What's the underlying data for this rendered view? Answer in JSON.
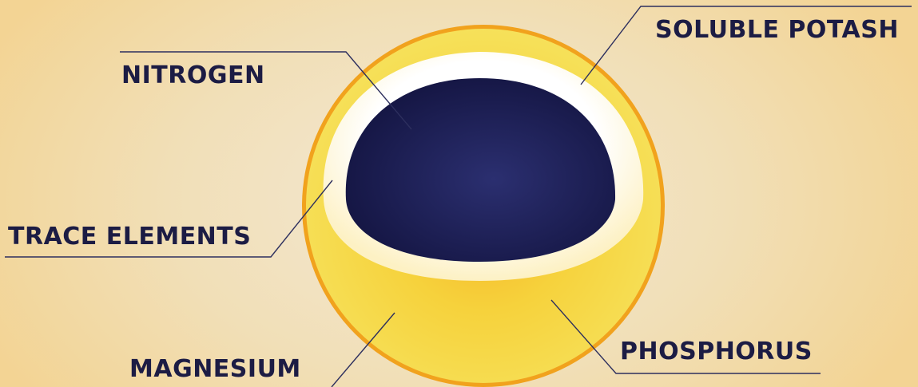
{
  "labels": {
    "nitrogen": "NITROGEN",
    "soluble_potash": "SOLUBLE POTASH",
    "trace_elements": "TRACE ELEMENTS",
    "magnesium": "MAGNESIUM",
    "phosphorus": "PHOSPHORUS"
  },
  "colors": {
    "text": "#1c1c44",
    "leader_line": "#2d2f5e",
    "core_dark": "#151540",
    "core_light": "#2a2e6e",
    "cream_layer": "#fffbea",
    "yellow_shell": "#f5dd4f",
    "orange_rim": "#f0a520",
    "background": "#f1dfb7"
  }
}
